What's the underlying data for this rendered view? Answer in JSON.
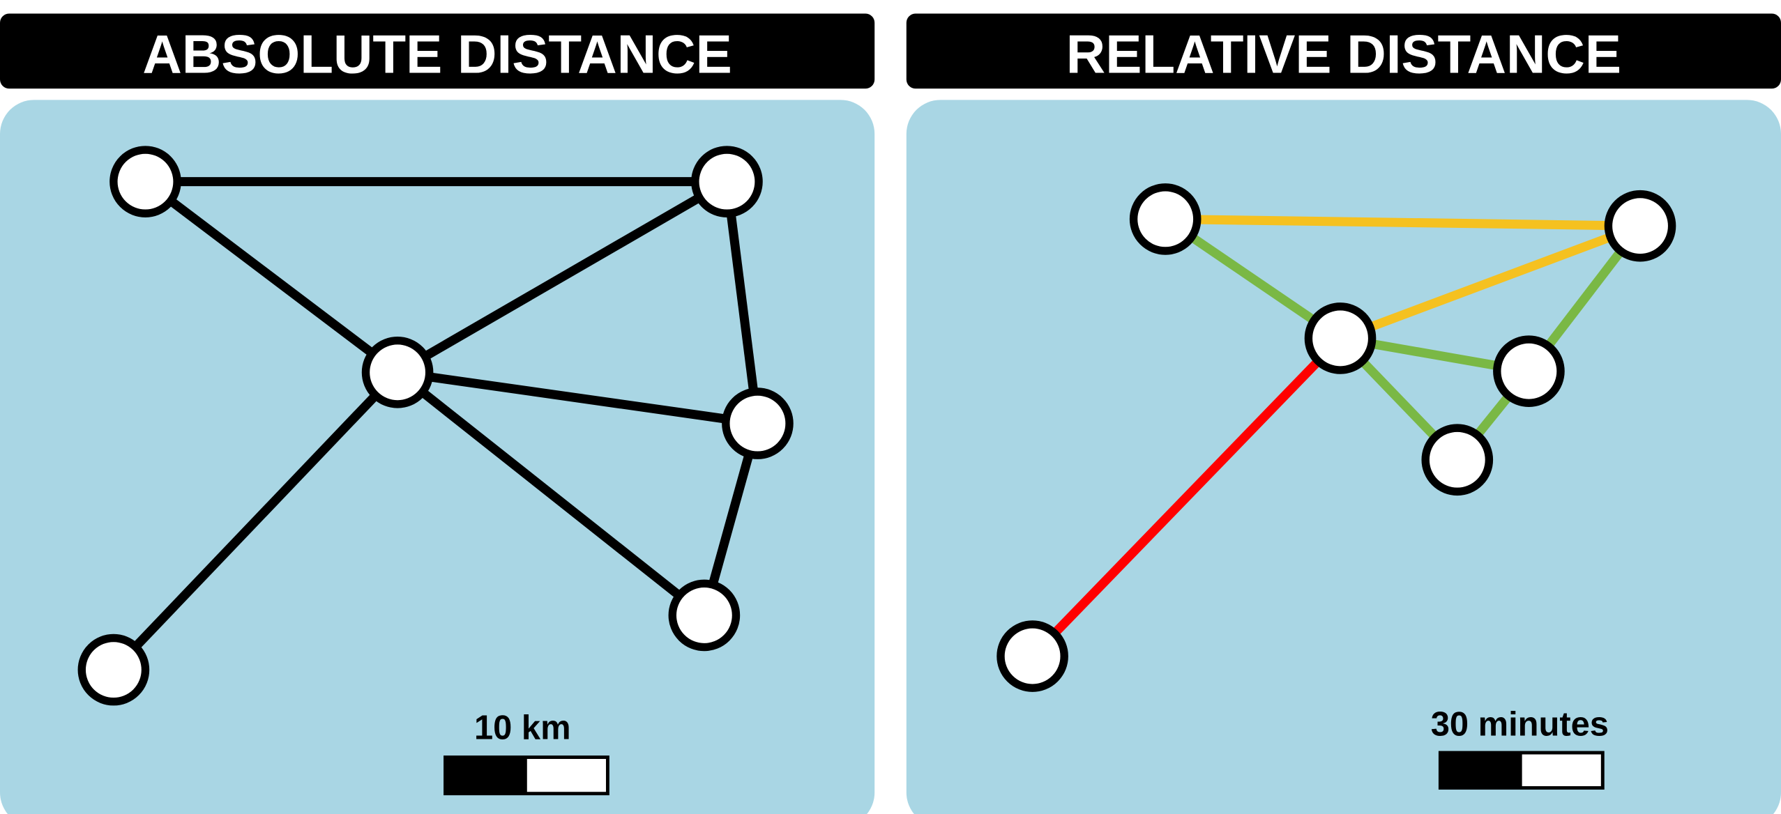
{
  "panels": [
    {
      "title": "ABSOLUTE DISTANCE",
      "scale_label": "10 km",
      "edges": [
        {
          "from": "A",
          "to": "B",
          "color": "#000000"
        },
        {
          "from": "A",
          "to": "C",
          "color": "#000000"
        },
        {
          "from": "B",
          "to": "C",
          "color": "#000000"
        },
        {
          "from": "B",
          "to": "D",
          "color": "#000000"
        },
        {
          "from": "C",
          "to": "D",
          "color": "#000000"
        },
        {
          "from": "C",
          "to": "F",
          "color": "#000000"
        },
        {
          "from": "C",
          "to": "E",
          "color": "#000000"
        },
        {
          "from": "D",
          "to": "E",
          "color": "#000000"
        }
      ]
    },
    {
      "title": "RELATIVE DISTANCE",
      "scale_label": "30 minutes",
      "edges": [
        {
          "from": "G",
          "to": "H",
          "color": "#f5c120"
        },
        {
          "from": "I",
          "to": "H",
          "color": "#f5c120"
        },
        {
          "from": "G",
          "to": "I",
          "color": "#7ab845"
        },
        {
          "from": "H",
          "to": "J",
          "color": "#7ab845"
        },
        {
          "from": "I",
          "to": "J",
          "color": "#7ab845"
        },
        {
          "from": "I",
          "to": "K",
          "color": "#7ab845"
        },
        {
          "from": "K",
          "to": "J",
          "color": "#7ab845"
        },
        {
          "from": "I",
          "to": "L",
          "color": "#ff0000"
        }
      ]
    }
  ],
  "colors": {
    "panel_bg": "#a9d6e4",
    "header_bg": "#000000",
    "node_fill": "#ffffff"
  }
}
